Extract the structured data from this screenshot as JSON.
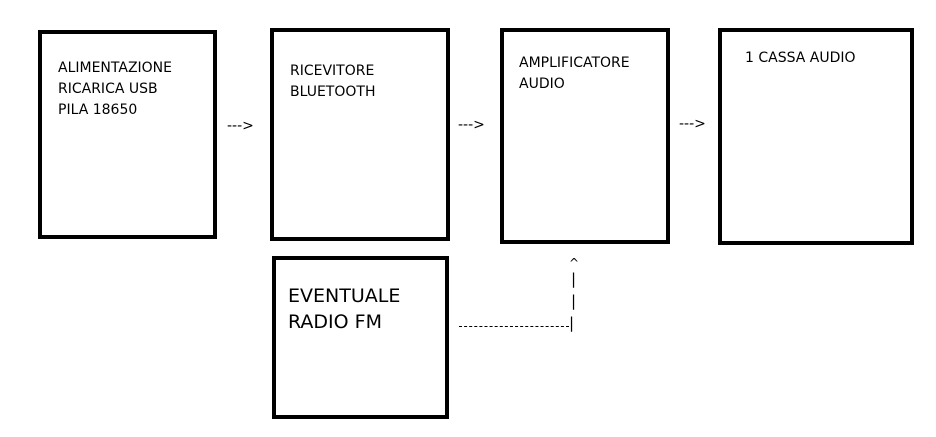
{
  "blocks": [
    {
      "lines": [
        "ALIMENTAZIONE",
        "RICARICA USB",
        "PILA 18650"
      ]
    },
    {
      "lines": [
        "RICEVITORE",
        "BLUETOOTH"
      ]
    },
    {
      "lines": [
        "AMPLIFICATORE",
        "AUDIO"
      ]
    },
    {
      "lines": [
        "1 CASSA AUDIO"
      ]
    },
    {
      "lines": [
        "EVENTUALE",
        "RADIO FM"
      ]
    }
  ],
  "arrow": "--->",
  "up_arrow": "^",
  "pipe": "|"
}
